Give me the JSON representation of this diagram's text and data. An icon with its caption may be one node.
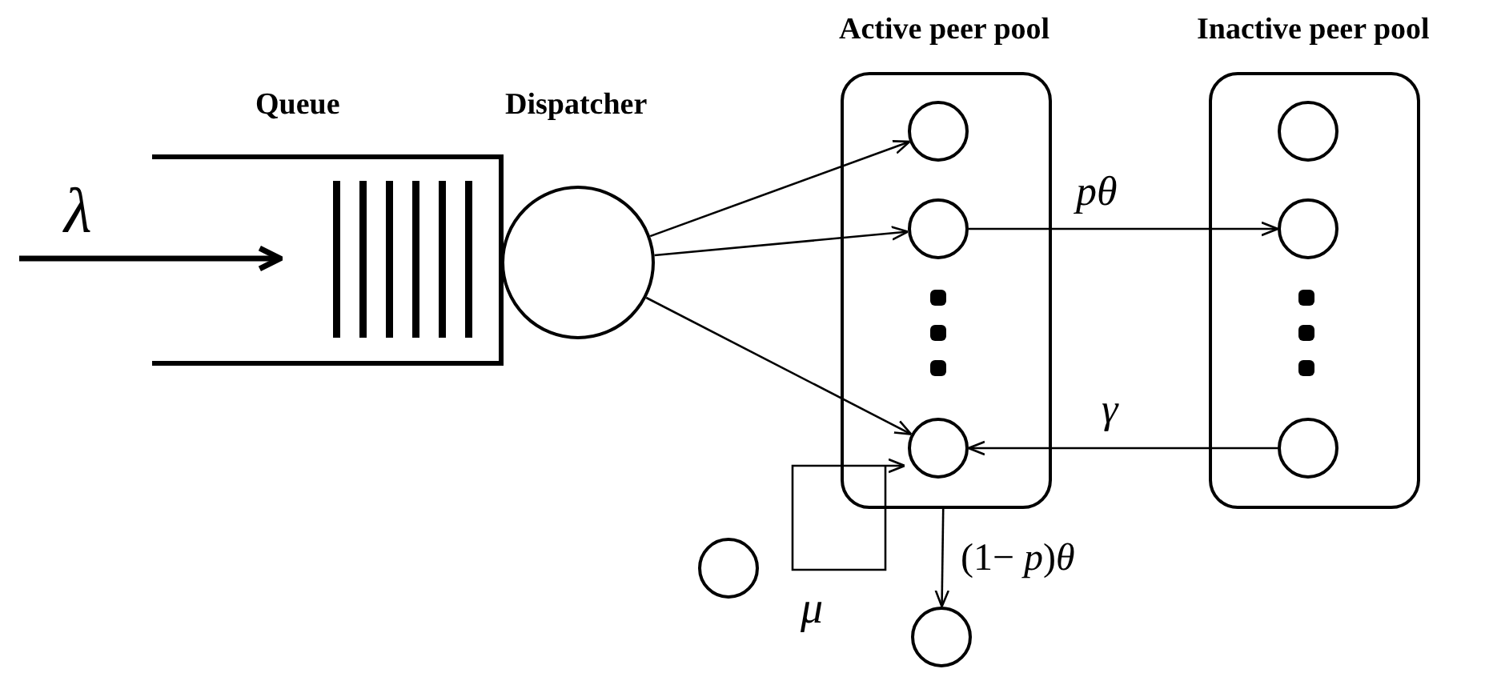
{
  "diagram": {
    "nodes": [
      {
        "text": [
          "Queue"
        ]
      },
      {
        "text": [
          "Dispatcher"
        ]
      },
      {
        "text": [
          "Active peer pool"
        ]
      },
      {
        "text": [],
        "shape": "circle",
        "in": 2
      },
      {
        "text": [],
        "shape": "circle",
        "in": 2
      },
      {
        "text": [],
        "shape": "circle",
        "in": 2
      },
      {
        "text": [
          "Inactive peer pool"
        ]
      },
      {
        "text": [],
        "shape": "circle",
        "in": 6
      },
      {
        "text": [],
        "shape": "circle",
        "in": 6
      },
      {
        "text": [],
        "shape": "circle",
        "in": 6
      },
      {
        "text": [],
        "shape": "circle"
      },
      {
        "text": [],
        "shape": "circle"
      }
    ],
    "edges": [
      {
        "from": null,
        "to": 0,
        "arrow": "to",
        "label": "λ",
        "style": "thick"
      },
      {
        "from": 1,
        "to": 3,
        "arrow": "to"
      },
      {
        "from": 1,
        "to": 4,
        "arrow": "to"
      },
      {
        "from": 1,
        "to": 5,
        "arrow": "to"
      },
      {
        "from": 4,
        "to": 8,
        "arrow": "to",
        "label": "pθ"
      },
      {
        "from": 9,
        "to": 5,
        "arrow": "to",
        "label": "γ"
      },
      {
        "from": 5,
        "to": 5,
        "arrow": "to",
        "label": "μ"
      },
      {
        "from": 2,
        "to": 11,
        "arrow": "to",
        "label": "(1− *p*)*θ*"
      }
    ]
  }
}
